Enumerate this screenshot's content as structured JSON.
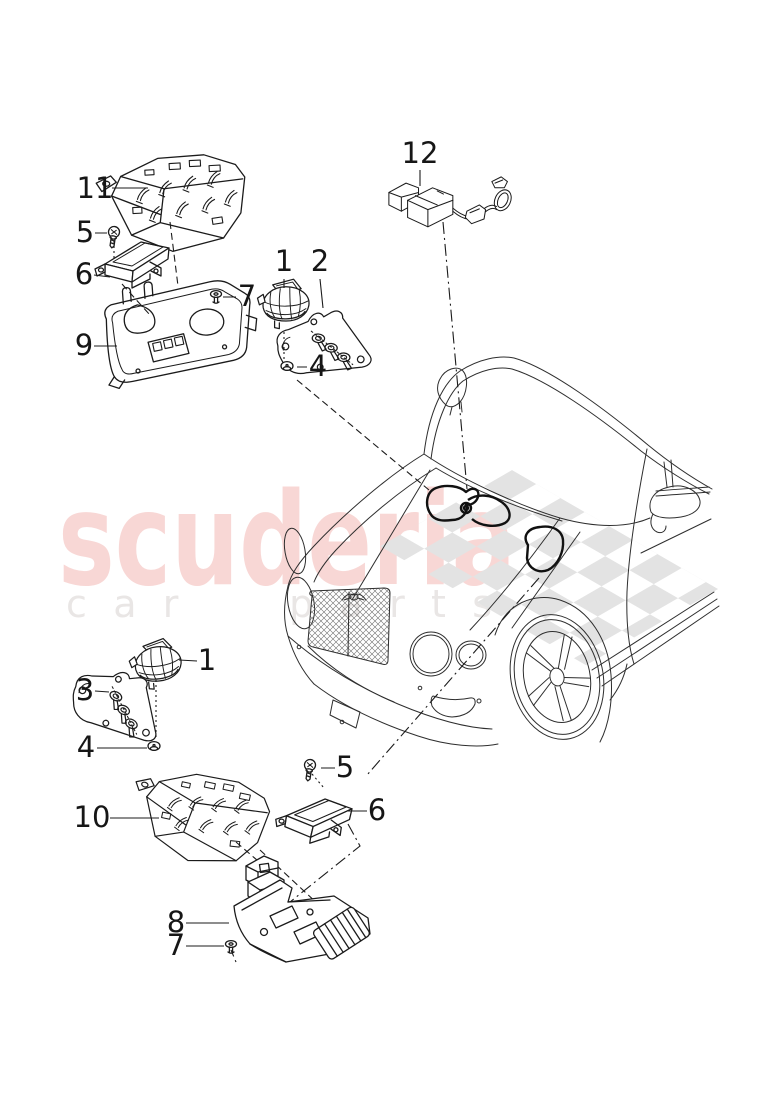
{
  "watermark": {
    "brand_text": "scuderia",
    "subtitle_text": "car parts",
    "brand_color": "#f8d7d5",
    "subtitle_color": "#e9e6e5",
    "flag_color": "#e3e3e3"
  },
  "diagram": {
    "stroke_color": "#1b1b1b",
    "callouts": [
      {
        "num": "11"
      },
      {
        "num": "5"
      },
      {
        "num": "6"
      },
      {
        "num": "7"
      },
      {
        "num": "9"
      },
      {
        "num": "1"
      },
      {
        "num": "2"
      },
      {
        "num": "4"
      },
      {
        "num": "12"
      },
      {
        "num": "1"
      },
      {
        "num": "3"
      },
      {
        "num": "4"
      },
      {
        "num": "10"
      },
      {
        "num": "5"
      },
      {
        "num": "6"
      },
      {
        "num": "8"
      },
      {
        "num": "7"
      }
    ]
  }
}
